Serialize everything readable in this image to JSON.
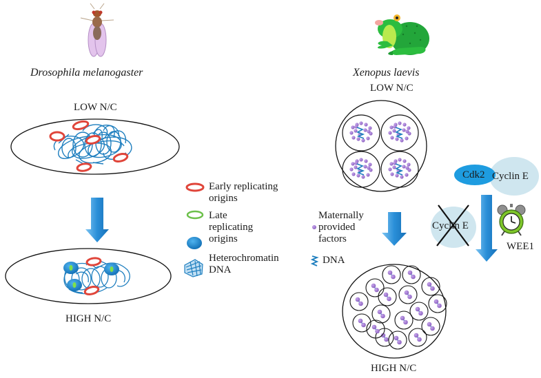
{
  "left_panel": {
    "organism": "Drosophila melanogaster",
    "low_label": "LOW N/C",
    "high_label": "HIGH N/C"
  },
  "legend": {
    "items": [
      {
        "icon": "early-origin-icon",
        "label_lines": [
          "Early replicating",
          "origins"
        ]
      },
      {
        "icon": "late-origin-icon",
        "label_lines": [
          "Late",
          "replicating",
          "origins"
        ]
      },
      {
        "icon": "heterochromatin-origin-icon",
        "label_lines": []
      },
      {
        "icon": "heterochromatin-dna-icon",
        "label_lines": [
          "Heterochromatin",
          "DNA"
        ]
      }
    ]
  },
  "right_panel": {
    "organism": "Xenopus laevis",
    "low_label": "LOW N/C",
    "high_label": "HIGH N/C",
    "maternal_legend": [
      "Maternally",
      "provided",
      "factors"
    ],
    "dna_legend": "DNA",
    "cdk_label": "Cdk2",
    "cyclin_label": "Cyclin E",
    "cyclin_degraded_label": "Cyclin E",
    "wee1_label": "WEE1"
  },
  "colors": {
    "dna_blue": "#1f7fbf",
    "arrow_blue": "#2a8fd8",
    "early_red": "#e0453a",
    "late_green": "#6cc04a",
    "factor_purple": "#9b6fc9",
    "cdk_blue": "#1e9ce0",
    "cyclin_light": "#cfe6ef"
  }
}
